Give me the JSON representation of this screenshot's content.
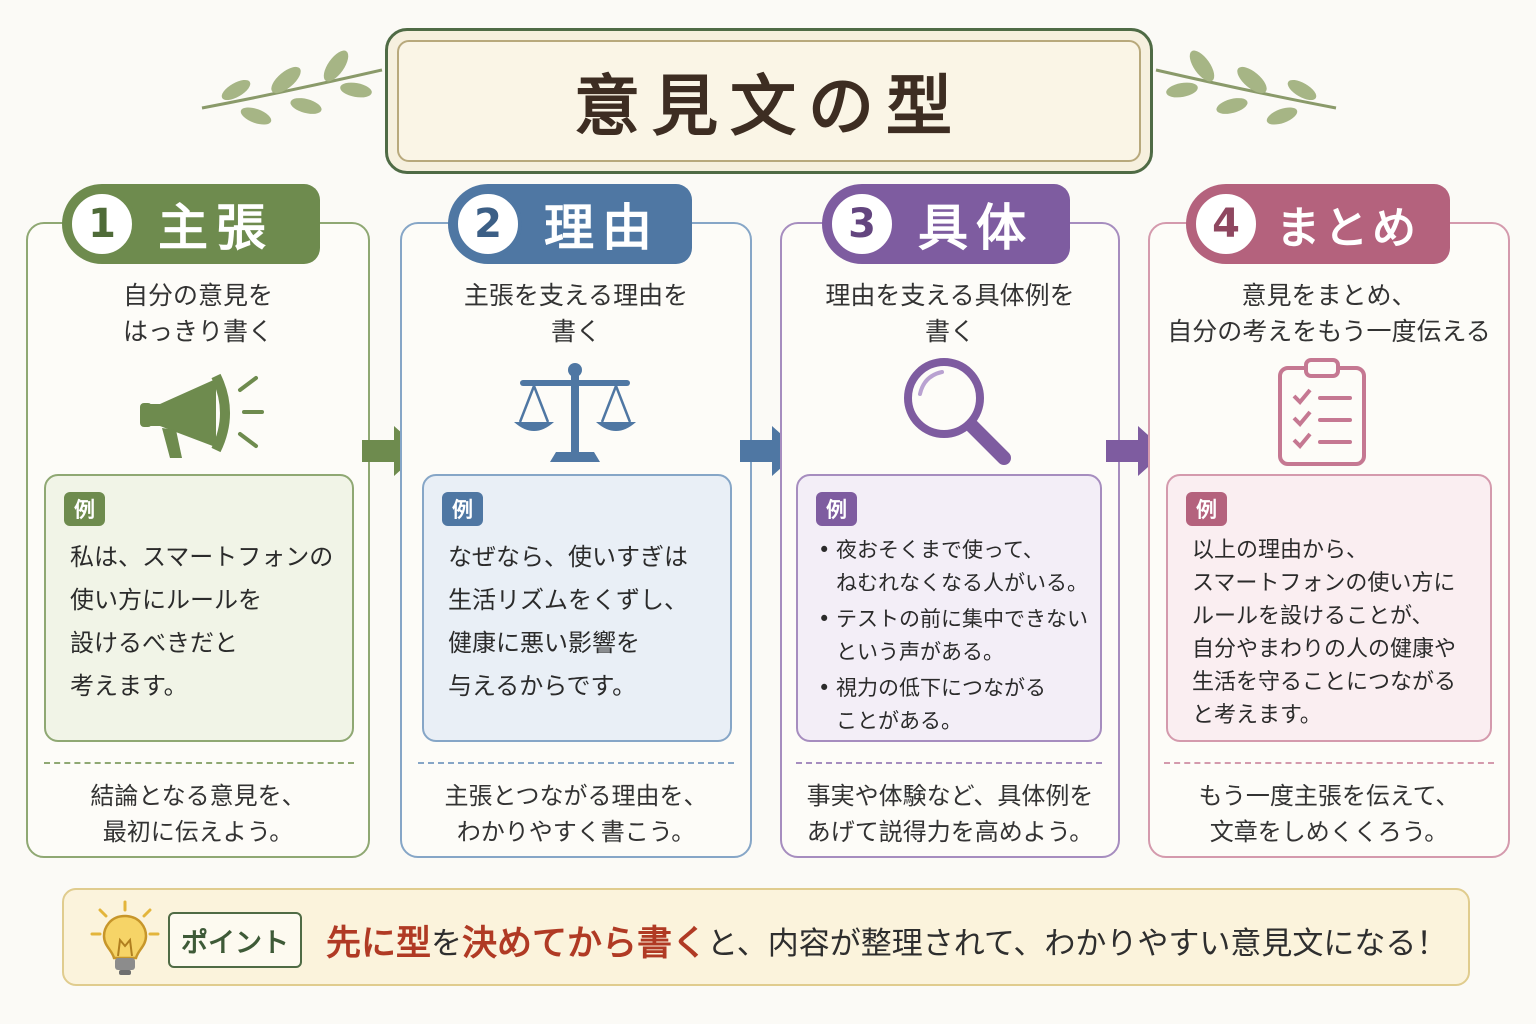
{
  "title": "意見文の型",
  "colors": {
    "step1": "#6e8b4e",
    "step2": "#4f77a3",
    "step3": "#7e5ca0",
    "step4": "#b4627d",
    "accent_red": "#b03a24"
  },
  "steps": [
    {
      "number": "1",
      "title": "主張",
      "icon": "megaphone-icon",
      "description": "自分の意見を\nはっきり書く",
      "example_label": "例",
      "example_text": "私は、スマートフォンの\n使い方にルールを\n設けるべきだと\n考えます。",
      "footer": "結論となる意見を、\n最初に伝えよう。"
    },
    {
      "number": "2",
      "title": "理由",
      "icon": "scales-icon",
      "description": "主張を支える理由を\n書く",
      "example_label": "例",
      "example_text": "なぜなら、使いすぎは\n生活リズムをくずし、\n健康に悪い影響を\n与えるからです。",
      "footer": "主張とつながる理由を、\nわかりやすく書こう。"
    },
    {
      "number": "3",
      "title": "具体",
      "icon": "magnifier-icon",
      "description": "理由を支える具体例を\n書く",
      "example_label": "例",
      "example_items": [
        "夜おそくまで使って、\nねむれなくなる人がいる。",
        "テストの前に集中できない\nという声がある。",
        "視力の低下につながる\nことがある。"
      ],
      "footer": "事実や体験など、具体例を\nあげて説得力を高めよう。"
    },
    {
      "number": "4",
      "title": "まとめ",
      "icon": "clipboard-checklist-icon",
      "description": "意見をまとめ、\n自分の考えをもう一度伝える",
      "example_label": "例",
      "example_text": "以上の理由から、\nスマートフォンの使い方に\nルールを設けることが、\n自分やまわりの人の健康や\n生活を守ることにつながる\nと考えます。",
      "footer": "もう一度主張を伝えて、\n文章をしめくくろう。"
    }
  ],
  "point": {
    "label": "ポイント",
    "parts": [
      "先に",
      "型",
      "を",
      "決めてから書く",
      "と、内容が整理されて、わかりやすい意見文になる！"
    ]
  }
}
